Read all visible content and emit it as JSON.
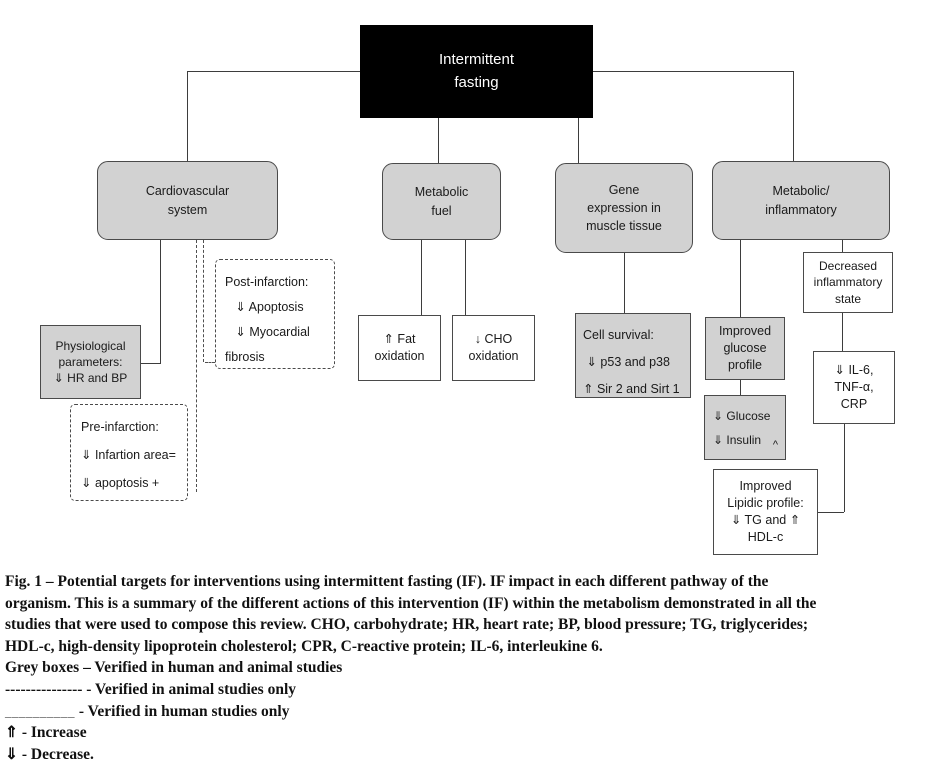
{
  "colors": {
    "grey_box": "#d2d2d2",
    "box_border": "#4a4a4a",
    "root_bg": "#000000",
    "root_text": "#ffffff",
    "connector": "#3d3d3d"
  },
  "figure": {
    "root": "Intermittent\nfasting",
    "branches": {
      "cardiovascular": "Cardiovascular\nsystem",
      "metabolic_fuel": "Metabolic\nfuel",
      "gene_expression": "Gene\nexpression in\nmuscle tissue",
      "metabolic_inflammatory": "Metabolic/\ninflammatory"
    },
    "nodes": {
      "physiological": "Physiological\nparameters:\n⇓ HR and BP",
      "pre_infarction": "Pre-infarction:\n⇓ Infartion area=\n⇓ apoptosis +",
      "post_infarction": "Post-infarction:\n   ⇓ Apoptosis\n   ⇓ Myocardial\nfibrosis",
      "fat_oxidation": "⇑ Fat\noxidation",
      "cho_oxidation": "↓ CHO\noxidation",
      "cell_survival": "Cell survival:\n ⇓ p53 and p38\n⇑ Sir 2 and Sirt 1",
      "glucose_profile": "Improved\nglucose\nprofile",
      "glucose_insulin": "⇓ Glucose\n⇓ Insulin",
      "glucose_insulin_caret": "^",
      "inflammatory_state": "Decreased\ninflammatory\nstate",
      "il6": "⇓ IL-6,\nTNF-α,\nCRP",
      "lipidic": "Improved\nLipidic profile:\n⇓ TG and ⇑\nHDL-c"
    }
  },
  "caption": {
    "lines": [
      "Fig. 1 – Potential targets for interventions using intermittent fasting (IF). IF impact in each different pathway of the",
      "organism. This is a summary of the different actions of this intervention (IF) within the metabolism demonstrated in all the",
      "studies that were used to compose this review. CHO, carbohydrate; HR, heart rate; BP, blood pressure; TG, triglycerides;",
      "HDL-c, high-density lipoprotein cholesterol; CPR, C-reactive protein; IL-6, interleukine 6.",
      "Grey boxes – Verified in human and animal studies",
      "--------------- - Verified in animal studies only"
    ],
    "human_only_prefix": "__________",
    "human_only_text": " - Verified in human studies only",
    "increase": "⇑ - Increase",
    "decrease": "⇓ - Decrease."
  }
}
